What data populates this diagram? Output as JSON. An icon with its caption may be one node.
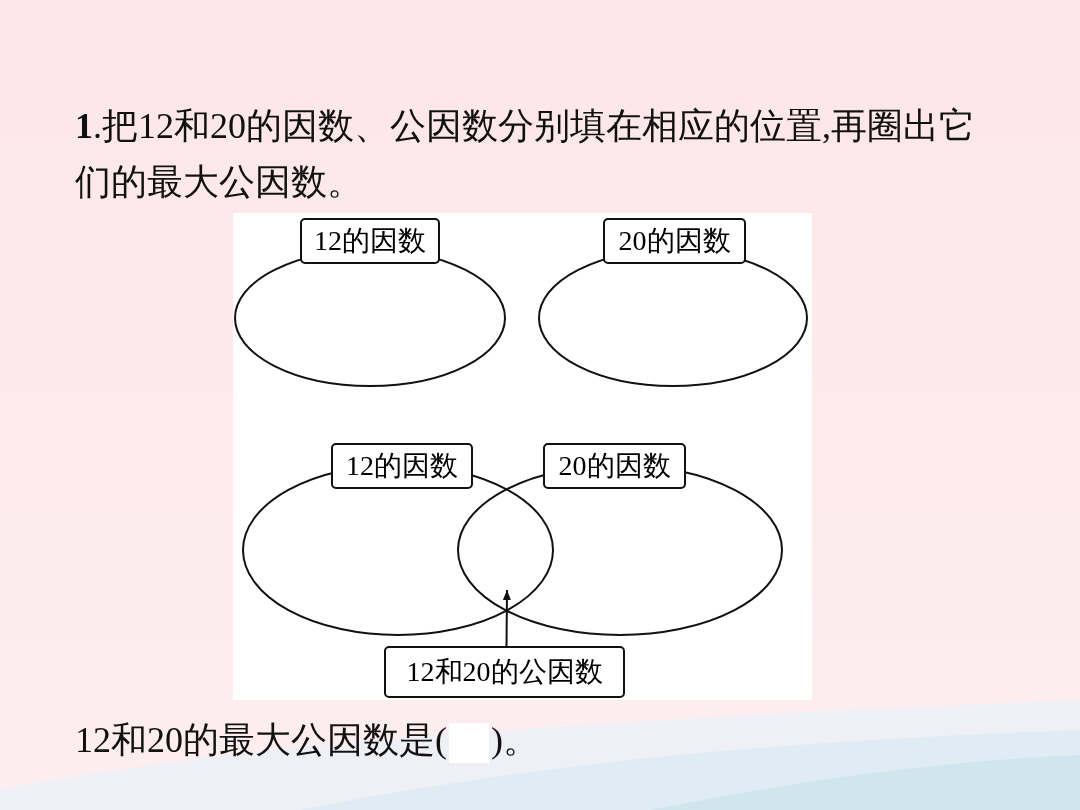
{
  "diagram": {
    "title": "**1**.把12和20的因数、公因数分别填在相应的位置,再圈出它们的最大公因数。",
    "nodes": [
      {
        "text": [
          "12的因数"
        ]
      },
      {
        "text": [
          "20的因数"
        ]
      },
      {
        "text": [
          "12的因数"
        ]
      },
      {
        "text": [
          "20的因数"
        ]
      },
      {
        "text": [
          "12和20的公因数"
        ]
      }
    ],
    "edges": [
      {
        "from": 4,
        "to": 2,
        "arrow": "to"
      },
      {
        "from": 4,
        "to": 3,
        "arrow": "to"
      }
    ],
    "labels": [
      "12和20的最大公因数是(",
      ")。"
    ]
  }
}
